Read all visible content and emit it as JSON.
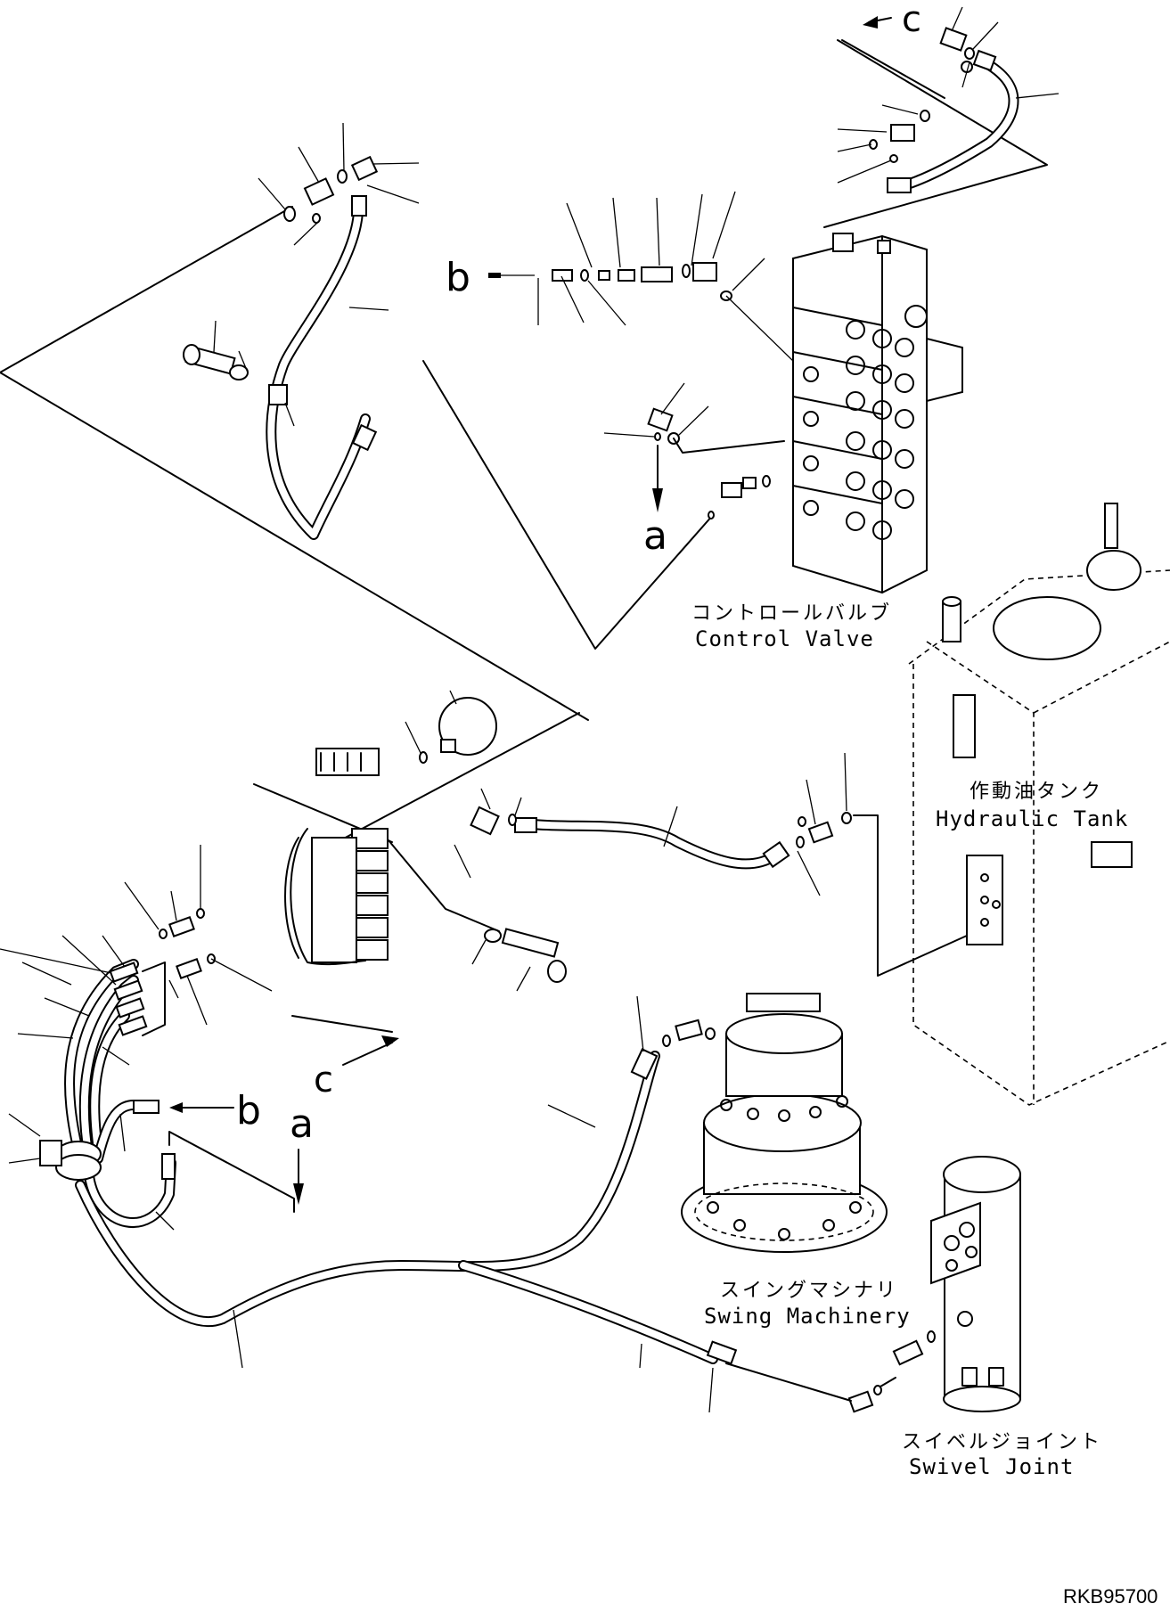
{
  "labels": {
    "control_valve_jp": "コントロールバルブ",
    "control_valve_en": "Control Valve",
    "hydraulic_tank_jp": "作動油タンク",
    "hydraulic_tank_en": "Hydraulic Tank",
    "swing_machinery_jp": "スイングマシナリ",
    "swing_machinery_en": "Swing Machinery",
    "swivel_joint_jp": "スイベルジョイント",
    "swivel_joint_en": "Swivel Joint"
  },
  "references": {
    "a_top": "a",
    "b_top": "b",
    "c_top": "c",
    "a_bottom": "a",
    "b_bottom": "b",
    "c_bottom": "c"
  },
  "drawing_code": "RKB95700"
}
